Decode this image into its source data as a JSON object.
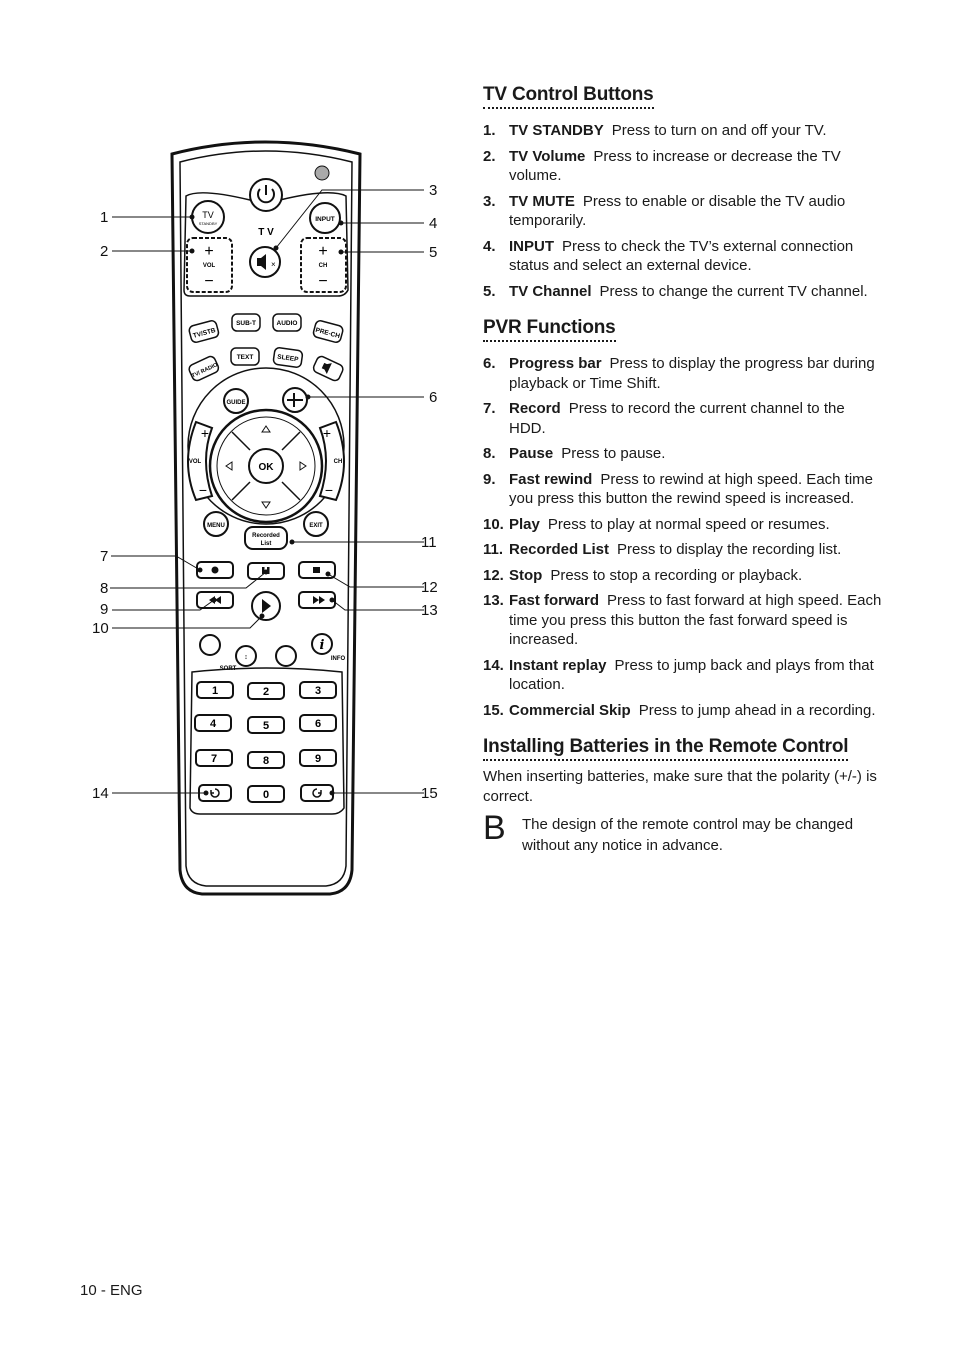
{
  "figure": {
    "callouts": [
      "1",
      "2",
      "3",
      "4",
      "5",
      "6",
      "7",
      "8",
      "9",
      "10",
      "11",
      "12",
      "13",
      "14",
      "15"
    ],
    "remote_labels": {
      "tv": "TV",
      "standby": "STANDBY",
      "tv_group": "T V",
      "input": "INPUT",
      "vol": "VOL",
      "ch": "CH",
      "tv_stb": "TV/STB",
      "sub_t": "SUB-T",
      "audio": "AUDIO",
      "pre_ch": "PRE-CH",
      "tv_radio": "TV/ RADIO",
      "text": "TEXT",
      "sleep": "SLEEP",
      "guide": "GUIDE",
      "ok": "OK",
      "menu": "MENU",
      "exit": "EXIT",
      "recorded_list": "Recorded List",
      "sort": "SORT",
      "info": "INFO",
      "digits": [
        "1",
        "2",
        "3",
        "4",
        "5",
        "6",
        "7",
        "8",
        "9",
        "0"
      ]
    },
    "icons": [
      "power-icon",
      "mute-icon",
      "play-icon",
      "pause-icon",
      "stop-icon",
      "rewind-icon",
      "fast-forward-icon",
      "record-icon",
      "replay-icon",
      "skip-icon",
      "info-icon"
    ]
  },
  "sections": [
    {
      "title": "TV Control Buttons",
      "items": [
        {
          "num": "1.",
          "term": "TV STANDBY",
          "desc": "Press to turn on and off your TV."
        },
        {
          "num": "2.",
          "term": "TV Volume",
          "desc": "Press to increase or decrease the TV volume."
        },
        {
          "num": "3.",
          "term": "TV MUTE",
          "desc": "Press to enable or disable the TV audio temporarily."
        },
        {
          "num": "4.",
          "term": "INPUT",
          "desc": "Press to check the TV’s external connection status and select an external device."
        },
        {
          "num": "5.",
          "term": "TV Channel",
          "desc": "Press to change the current TV channel."
        }
      ]
    },
    {
      "title": "PVR Functions",
      "items": [
        {
          "num": "6.",
          "term": "Progress bar",
          "desc": "Press to display the progress bar during playback or Time Shift."
        },
        {
          "num": "7.",
          "term": "Record",
          "desc": "Press to record the current channel to the HDD."
        },
        {
          "num": "8.",
          "term": "Pause",
          "desc": "Press to pause."
        },
        {
          "num": "9.",
          "term": "Fast rewind",
          "desc": "Press to rewind at high speed. Each time you press this button the rewind speed is increased."
        },
        {
          "num": "10.",
          "term": "Play",
          "desc": "Press to play at normal speed or resumes."
        },
        {
          "num": "11.",
          "term": "Recorded List",
          "desc": "Press to display the recording list."
        },
        {
          "num": "12.",
          "term": "Stop",
          "desc": "Press to stop a recording or playback."
        },
        {
          "num": "13.",
          "term": "Fast forward",
          "desc": "Press to fast forward at high speed. Each time you press this button the fast forward speed is increased."
        },
        {
          "num": "14.",
          "term": "Instant replay",
          "desc": "Press to jump back and plays from that location."
        },
        {
          "num": "15.",
          "term": "Commercial Skip",
          "desc": "Press to jump ahead in a recording."
        }
      ]
    },
    {
      "title": "Installing Batteries in the Remote Control",
      "body": "When inserting batteries, make sure that the polarity (+/-) is correct.",
      "note_icon": "B",
      "note": "The design of the remote control may be changed without any notice in advance."
    }
  ],
  "footer": "10 - ENG"
}
